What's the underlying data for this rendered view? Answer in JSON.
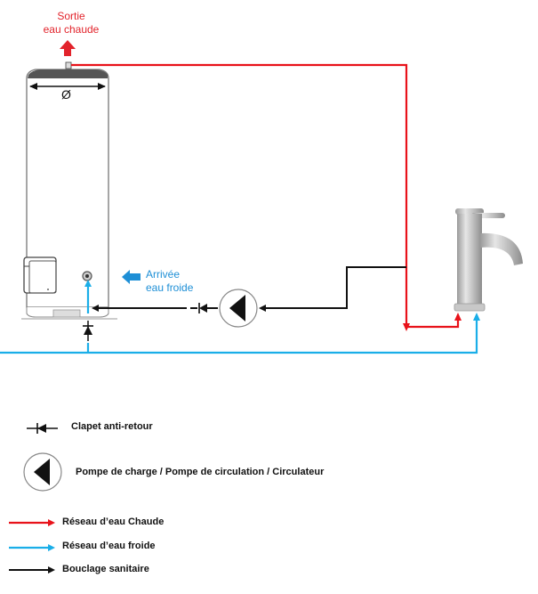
{
  "labels": {
    "hot_outlet": [
      "Sortie",
      "eau chaude"
    ],
    "cold_inlet": [
      "Arrivée",
      "eau froide"
    ],
    "diameter_symbol": "Ø"
  },
  "colors": {
    "hot": "#e8121a",
    "cold": "#1aaee8",
    "loop": "#000000"
  },
  "legend": {
    "check_valve": "Clapet anti-retour",
    "pump": "Pompe de charge / Pompe de circulation / Circulateur",
    "hot_network": "Réseau d’eau Chaude",
    "cold_network": "Réseau d’eau froide",
    "loop": "Bouclage sanitaire"
  }
}
